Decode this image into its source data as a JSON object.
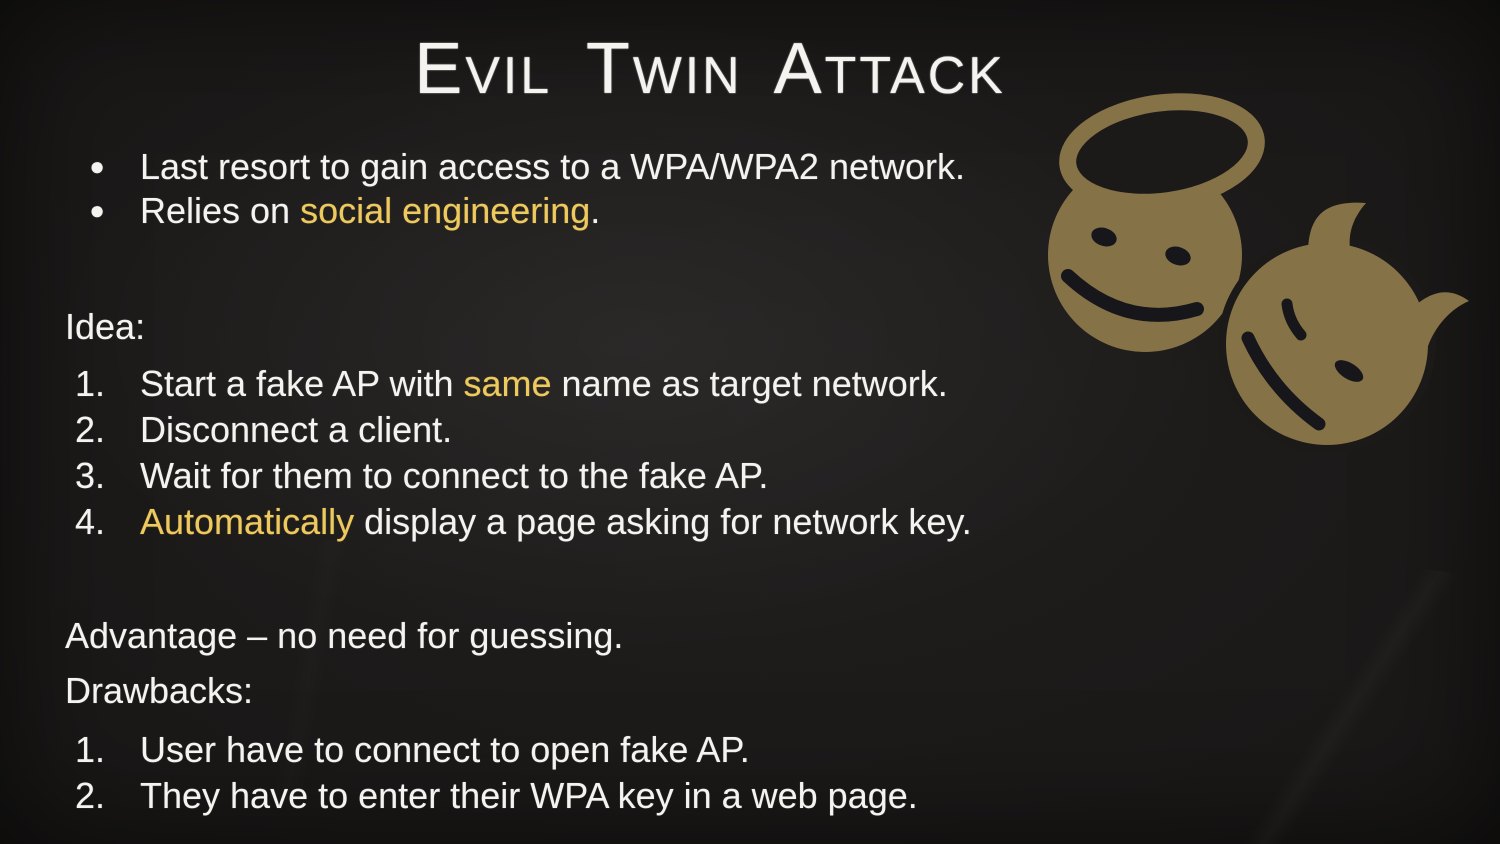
{
  "slide": {
    "title": "Evil Twin Attack",
    "intro_bullets": [
      {
        "marker": "●",
        "segments": [
          {
            "text": "Last resort to gain access to a WPA/WPA2 network."
          }
        ]
      },
      {
        "marker": "●",
        "segments": [
          {
            "text": "Relies on "
          },
          {
            "text": "social engineering",
            "highlight": true
          },
          {
            "text": "."
          }
        ]
      }
    ],
    "idea": {
      "heading": "Idea:",
      "steps": [
        {
          "number": "1.",
          "segments": [
            {
              "text": "Start a fake AP with "
            },
            {
              "text": "same",
              "highlight": true
            },
            {
              "text": " name as target network."
            }
          ]
        },
        {
          "number": "2.",
          "segments": [
            {
              "text": "Disconnect a client."
            }
          ]
        },
        {
          "number": "3.",
          "segments": [
            {
              "text": "Wait for them to connect to the fake AP."
            }
          ]
        },
        {
          "number": "4.",
          "segments": [
            {
              "text": "Automatically",
              "highlight": true
            },
            {
              "text": " display a page asking for network key."
            }
          ]
        }
      ]
    },
    "advantage": "Advantage – no need for guessing.",
    "drawbacks": {
      "heading": "Drawbacks:",
      "items": [
        {
          "number": "1.",
          "segments": [
            {
              "text": "User have to connect to open fake AP."
            }
          ]
        },
        {
          "number": "2.",
          "segments": [
            {
              "text": "They have to enter their WPA key in a web page."
            }
          ]
        }
      ]
    },
    "artwork": {
      "description": "angel face with halo beside devil face with horns"
    },
    "colors": {
      "background": "#1c1a19",
      "chalk_white": "#f4f3f0",
      "highlight_yellow": "#eec95e",
      "artwork_gold": "#857247",
      "artwork_dark": "#17161a"
    }
  }
}
